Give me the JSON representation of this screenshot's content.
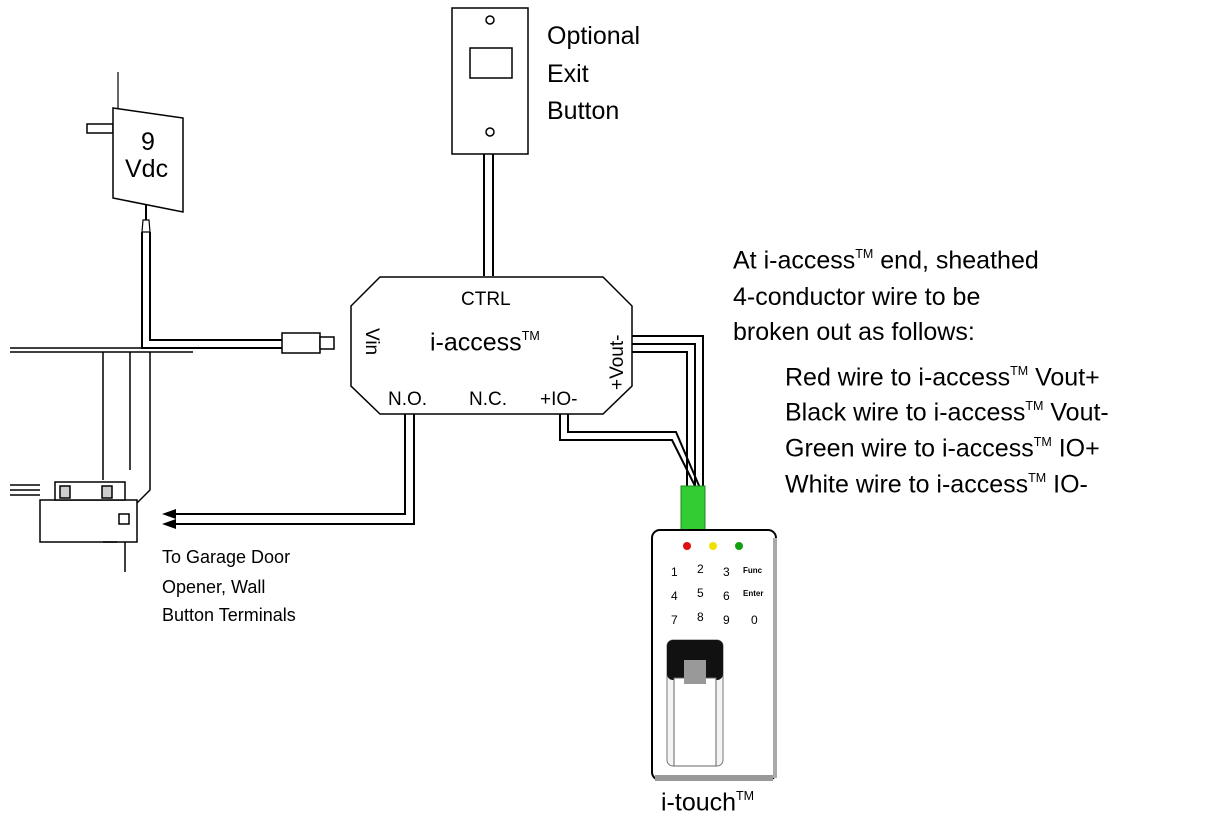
{
  "exit_button": {
    "label_line1": "Optional",
    "label_line2": "Exit",
    "label_line3": "Button"
  },
  "power_supply": {
    "label_line1": "9",
    "label_line2": "Vdc"
  },
  "controller": {
    "ctrl_label": "CTRL",
    "name": "i-access",
    "tm": "TM",
    "vin_label": "Vin",
    "vout_label": "+Vout-",
    "no_label": "N.O.",
    "nc_label": "N.C.",
    "io_label": "+IO-"
  },
  "garage": {
    "label_line1": "To Garage Door",
    "label_line2": "Opener, Wall",
    "label_line3": "Button Terminals"
  },
  "note": {
    "line1_a": "At i-access",
    "line1_tm": "TM",
    "line1_b": " end, sheathed",
    "line2": "4-conductor wire to be",
    "line3": "broken out as follows:",
    "wires": [
      {
        "a": "Red wire to i-access",
        "tm": "TM",
        "b": " Vout+"
      },
      {
        "a": "Black wire to i-access",
        "tm": "TM",
        "b": " Vout-"
      },
      {
        "a": "Green wire to i-access",
        "tm": "TM",
        "b": " IO+"
      },
      {
        "a": "White wire to i-access",
        "tm": "TM",
        "b": " IO-"
      }
    ]
  },
  "reader": {
    "name": "i-touch",
    "tm": "TM",
    "keys": {
      "k1": "1",
      "k2": "2",
      "k3": "3",
      "func": "Func",
      "k4": "4",
      "k5": "5",
      "k6": "6",
      "enter": "Enter",
      "k7": "7",
      "k8": "8",
      "k9": "9",
      "k0": "0"
    },
    "led_colors": [
      "#e01010",
      "#f0e000",
      "#10a010"
    ],
    "cable_color": "#33cc33"
  }
}
